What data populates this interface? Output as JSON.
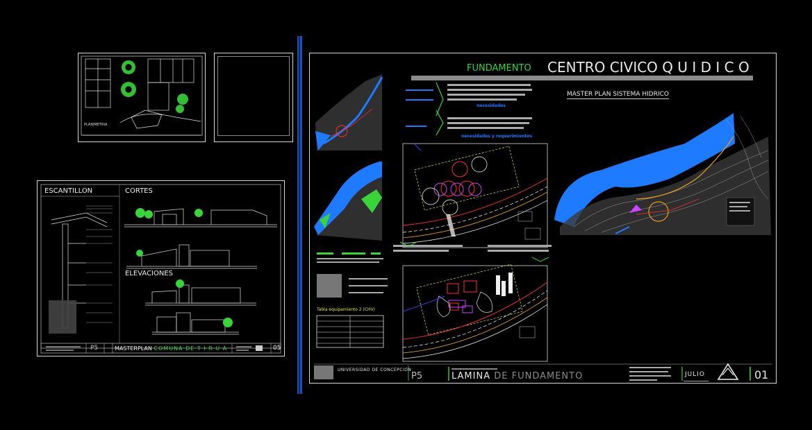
{
  "sheet_main": {
    "header_prefix": "FUNDAMENTO",
    "header_title": "CENTRO CIVICO Q U I D I C O",
    "hydro_title": "MASTER PLAN SISTEMA HIDRICO",
    "note_a_highlight": "necesidades",
    "note_b_highlight": "necesidades y requerimientos",
    "table_title": "Tabla equipamiento 2 (CHV)",
    "university": "UNIVERSIDAD DE CONCEPCION",
    "course": "P5",
    "lamina_prefix": "LAMINA",
    "lamina_title": "DE FUNDAMENTO",
    "month": "JULIO",
    "sheet_number": "01"
  },
  "sheet_left": {
    "section_escantillon": "ESCANTILLON",
    "section_cortes": "CORTES",
    "section_elevaciones": "ELEVACIONES",
    "course": "P5",
    "masterplan_prefix": "MASTERPLAN",
    "masterplan_suffix": "COMUNA DE T I R U A",
    "sheet_number": "05"
  },
  "sheet_plan": {
    "label": "PLANIMETRIA"
  },
  "colors": {
    "accent_green": "#39d43a",
    "water_blue": "#1e7bff",
    "frame": "#d8d8d8",
    "header_gray": "#8a8a8a",
    "divider": "#1d4fb3"
  }
}
